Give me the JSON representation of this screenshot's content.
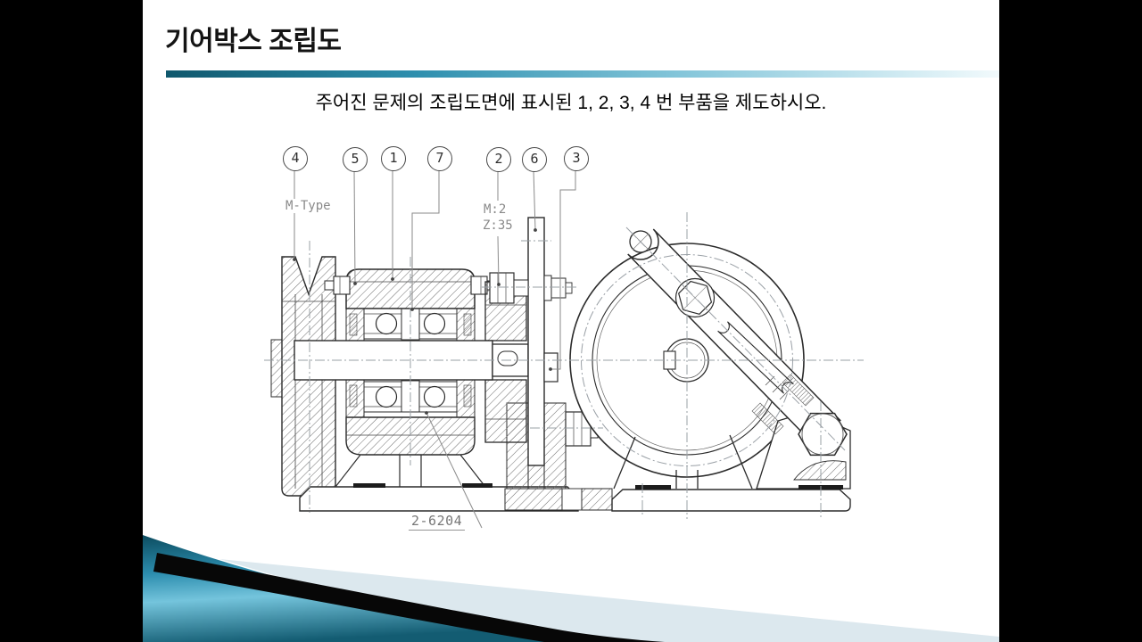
{
  "slide": {
    "title": "기어박스 조립도",
    "instruction": "주어진 문제의 조립도면에 표시된 1, 2, 3, 4 번 부품을 제도하시오.",
    "balloons": [
      {
        "label": "4"
      },
      {
        "label": "5"
      },
      {
        "label": "1"
      },
      {
        "label": "7"
      },
      {
        "label": "2"
      },
      {
        "label": "6"
      },
      {
        "label": "3"
      }
    ],
    "drawing_labels": {
      "pulley_type": "M-Type",
      "gear_module": "M:2",
      "gear_teeth": "Z:35",
      "bearing_callout": "2-6204"
    },
    "colors": {
      "accent_teal": "#2E8FAE",
      "side_bar": "#000000",
      "pale_wedge": "#DCE8EE"
    }
  }
}
